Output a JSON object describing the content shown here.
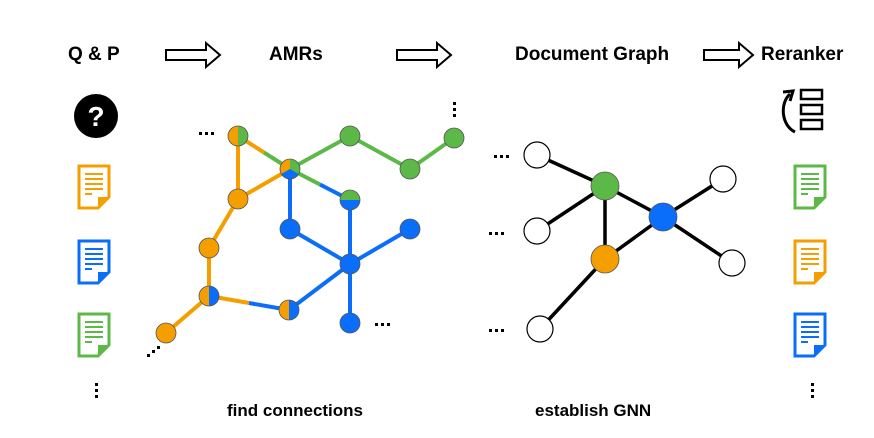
{
  "colors": {
    "orange": "#F59E00",
    "blue": "#0A6EFA",
    "green": "#5CB947",
    "black": "#000000",
    "white": "#FFFFFF"
  },
  "header": {
    "stages": [
      {
        "label": "Q & P"
      },
      {
        "label": "AMRs"
      },
      {
        "label": "Document Graph"
      },
      {
        "label": "Reranker"
      }
    ]
  },
  "captions": {
    "amr": "find connections",
    "graph": "establish GNN"
  },
  "ellipsis": "...",
  "left_column": {
    "items": [
      {
        "icon": "question-icon"
      },
      {
        "icon": "document-icon",
        "color": "orange"
      },
      {
        "icon": "document-icon",
        "color": "blue"
      },
      {
        "icon": "document-icon",
        "color": "green"
      },
      {
        "icon": "vertical-ellipsis-icon"
      }
    ]
  },
  "right_column": {
    "items": [
      {
        "icon": "rerank-icon"
      },
      {
        "icon": "document-icon",
        "color": "green"
      },
      {
        "icon": "document-icon",
        "color": "orange"
      },
      {
        "icon": "document-icon",
        "color": "blue"
      },
      {
        "icon": "vertical-ellipsis-icon"
      }
    ]
  },
  "amr_graph": {
    "nodes": [
      {
        "id": "n1",
        "fill": [
          "orange",
          "green"
        ],
        "split": "vertical"
      },
      {
        "id": "n2",
        "fill": [
          "orange",
          "green",
          "blue"
        ],
        "split": "three"
      },
      {
        "id": "n3",
        "fill": [
          "green"
        ]
      },
      {
        "id": "n4",
        "fill": [
          "green"
        ]
      },
      {
        "id": "n5",
        "fill": [
          "green"
        ]
      },
      {
        "id": "n6",
        "fill": [
          "orange"
        ]
      },
      {
        "id": "n7",
        "fill": [
          "green",
          "blue"
        ],
        "split": "horizontal"
      },
      {
        "id": "n8",
        "fill": [
          "blue"
        ]
      },
      {
        "id": "n9",
        "fill": [
          "blue"
        ]
      },
      {
        "id": "n10",
        "fill": [
          "orange"
        ]
      },
      {
        "id": "n11",
        "fill": [
          "blue"
        ]
      },
      {
        "id": "n12",
        "fill": [
          "orange",
          "blue"
        ],
        "split": "vertical"
      },
      {
        "id": "n13",
        "fill": [
          "orange",
          "blue"
        ],
        "split": "vertical"
      },
      {
        "id": "n14",
        "fill": [
          "blue"
        ]
      },
      {
        "id": "n15",
        "fill": [
          "orange"
        ]
      }
    ],
    "edges": [
      {
        "from": "n1",
        "to": "n6",
        "color": [
          "orange"
        ]
      },
      {
        "from": "n1",
        "to": "n2",
        "color": [
          "orange",
          "green"
        ]
      },
      {
        "from": "n6",
        "to": "n2",
        "color": [
          "orange"
        ]
      },
      {
        "from": "n2",
        "to": "n3",
        "color": [
          "green"
        ]
      },
      {
        "from": "n3",
        "to": "n4",
        "color": [
          "green"
        ]
      },
      {
        "from": "n4",
        "to": "n5",
        "color": [
          "green"
        ]
      },
      {
        "from": "n2",
        "to": "n7",
        "color": [
          "green",
          "blue"
        ]
      },
      {
        "from": "n2",
        "to": "n8",
        "color": [
          "blue"
        ]
      },
      {
        "from": "n7",
        "to": "n11",
        "color": [
          "blue"
        ]
      },
      {
        "from": "n8",
        "to": "n11",
        "color": [
          "blue"
        ]
      },
      {
        "from": "n9",
        "to": "n11",
        "color": [
          "blue"
        ]
      },
      {
        "from": "n11",
        "to": "n14",
        "color": [
          "blue"
        ]
      },
      {
        "from": "n11",
        "to": "n13",
        "color": [
          "blue"
        ]
      },
      {
        "from": "n6",
        "to": "n10",
        "color": [
          "orange"
        ]
      },
      {
        "from": "n10",
        "to": "n12",
        "color": [
          "orange"
        ]
      },
      {
        "from": "n12",
        "to": "n13",
        "color": [
          "orange",
          "blue"
        ]
      },
      {
        "from": "n12",
        "to": "n15",
        "color": [
          "orange"
        ]
      }
    ]
  },
  "document_graph": {
    "nodes": [
      {
        "id": "g",
        "fill": "green"
      },
      {
        "id": "b",
        "fill": "blue"
      },
      {
        "id": "o",
        "fill": "orange"
      },
      {
        "id": "w1",
        "fill": "white"
      },
      {
        "id": "w2",
        "fill": "white"
      },
      {
        "id": "w3",
        "fill": "white"
      },
      {
        "id": "w4",
        "fill": "white"
      },
      {
        "id": "w5",
        "fill": "white"
      }
    ],
    "edges": [
      {
        "from": "w1",
        "to": "g"
      },
      {
        "from": "w2",
        "to": "g"
      },
      {
        "from": "g",
        "to": "b"
      },
      {
        "from": "g",
        "to": "o"
      },
      {
        "from": "o",
        "to": "b"
      },
      {
        "from": "b",
        "to": "w3"
      },
      {
        "from": "b",
        "to": "w4"
      },
      {
        "from": "o",
        "to": "w5"
      }
    ]
  }
}
